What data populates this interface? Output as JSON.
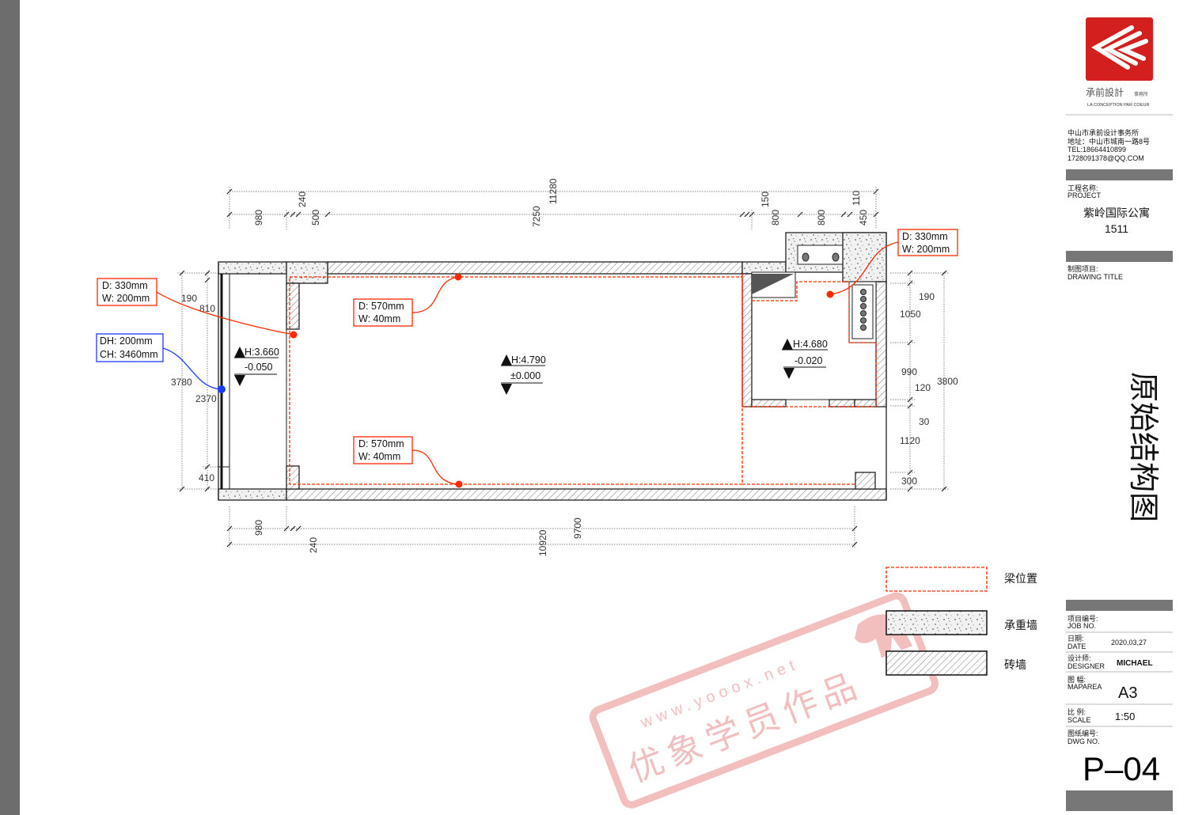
{
  "title_block": {
    "logo_name": "承前設計",
    "logo_suffix": "事務所",
    "logo_tagline": "LA CONCEPTION PAR COEUR",
    "company": "中山市承前设计事务所",
    "address": "地址：中山市城南一路8号",
    "tel": "TEL:18664410899",
    "email": "1728091378@QQ.COM",
    "project_label_cn": "工程名称:",
    "project_label_en": "PROJECT",
    "project_name": "紫岭国际公寓",
    "project_number": "1511",
    "drawing_title_label_cn": "制图项目:",
    "drawing_title_label_en": "DRAWING TITLE",
    "drawing_title": "原始结构图",
    "job_no_label_cn": "项目编号:",
    "job_no_label_en": "JOB NO.",
    "date_label_cn": "日期:",
    "date_label_en": "DATE",
    "date": "2020,03,27",
    "designer_label_cn": "设计师:",
    "designer_label_en": "DESIGNER",
    "designer": "MICHAEL",
    "maparea_label_cn": "图 幅:",
    "maparea_label_en": "MAPAREA",
    "maparea": "A3",
    "scale_label_cn": "比 例:",
    "scale_label_en": "SCALE",
    "scale": "1:50",
    "dwg_label_cn": "图纸编号:",
    "dwg_label_en": "DWG NO.",
    "dwg_no": "P–04"
  },
  "legend": [
    {
      "label": "梁位置"
    },
    {
      "label": "承重墙"
    },
    {
      "label": "砖墙"
    }
  ],
  "dimensions": {
    "top": [
      "980",
      "240",
      "500",
      "7250",
      "11280",
      "150",
      "800",
      "800",
      "110",
      "450"
    ],
    "bottom": [
      "980",
      "240",
      "10920",
      "9700"
    ],
    "left": [
      "190",
      "810",
      "3780",
      "2370",
      "410"
    ],
    "right": [
      "190",
      "1050",
      "990",
      "120",
      "3800",
      "30",
      "1120",
      "300"
    ]
  },
  "callouts": [
    {
      "d": "D:  330mm",
      "w": "W:  200mm"
    },
    {
      "d": "DH: 200mm",
      "w": "CH: 3460mm"
    },
    {
      "d": "D:  570mm",
      "w": "W:  40mm"
    },
    {
      "d": "D:  570mm",
      "w": "W:  40mm"
    },
    {
      "d": "D:  330mm",
      "w": "W:  200mm"
    }
  ],
  "levels": [
    {
      "h": "H:3.660",
      "floor": "-0.050"
    },
    {
      "h": "H:4.790",
      "floor": "±0.000"
    },
    {
      "h": "H:4.680",
      "floor": "-0.020"
    }
  ],
  "watermark": {
    "url": "www.yooox.net",
    "text": "优象学员作品"
  },
  "colors": {
    "beam": "#ff2a00",
    "callout_blue": "#1a3cff",
    "logo_red": "#d3201f",
    "sidebar": "#6d6d6d",
    "watermark": "#e88a8a"
  }
}
